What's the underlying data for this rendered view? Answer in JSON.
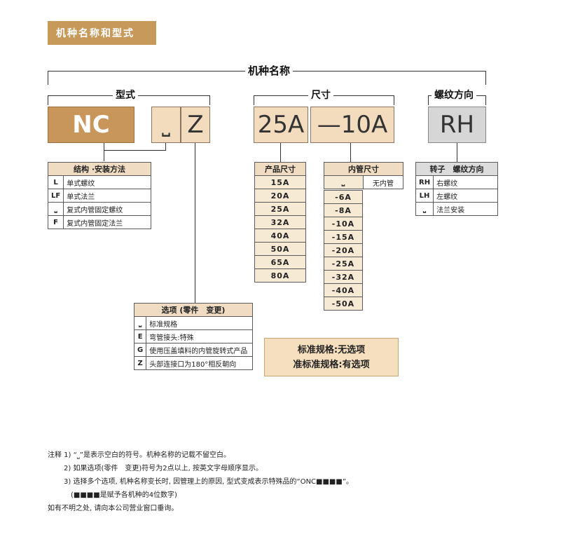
{
  "header": {
    "title": "机种名称和型式"
  },
  "labels": {
    "model_name": "机种名称",
    "type": "型式",
    "size": "尺寸",
    "rotation": "螺纹方向"
  },
  "codes": {
    "nc": "NC",
    "blank": "⎵",
    "z": "Z",
    "size_main": "25A",
    "size_inner": "—10A",
    "rh": "RH"
  },
  "structure_table": {
    "title": "结构 ·安装方法",
    "rows": [
      {
        "key": "L",
        "label": "单式螺纹"
      },
      {
        "key": "LF",
        "label": "单式法兰"
      },
      {
        "key": "⎵",
        "label": "复式内管固定螺纹"
      },
      {
        "key": "F",
        "label": "复式内管固定法兰"
      }
    ]
  },
  "product_size_table": {
    "title": "产品尺寸",
    "rows": [
      "15A",
      "20A",
      "25A",
      "32A",
      "40A",
      "50A",
      "65A",
      "80A"
    ]
  },
  "inner_size_table": {
    "title": "内管尺寸",
    "first_key": "⎵",
    "first_label": "无内管",
    "rows": [
      "-6A",
      "-8A",
      "-10A",
      "-15A",
      "-20A",
      "-25A",
      "-32A",
      "-40A",
      "-50A"
    ]
  },
  "rotation_table": {
    "title": "转子　螺纹方向",
    "rows": [
      {
        "key": "RH",
        "label": "右螺纹"
      },
      {
        "key": "LH",
        "label": "左螺纹"
      },
      {
        "key": "⎵",
        "label": "法兰安装"
      }
    ]
  },
  "options_table": {
    "title": "选项 (零件　变更)",
    "rows": [
      {
        "key": "⎵",
        "label": "标准规格"
      },
      {
        "key": "E",
        "label": "弯管接头:特殊"
      },
      {
        "key": "G",
        "label": "使用压盖填料的内管旋转式产品"
      },
      {
        "key": "Z",
        "label": "头部连接口为180°相反朝向"
      }
    ]
  },
  "standard_note": {
    "line1": "标准规格:无选项",
    "line2": "准标准规格:有选项"
  },
  "footnotes": [
    "注释 1) “⎵”是表示空白的符号。机种名称的记载不留空白。",
    "2) 如果选项(零件　变更)符号为2点以上, 按英文字母顺序显示。",
    "3) 选择多个选项, 机种名称变长时, 因管理上的原因, 型式变成表示特殊品的“ONC■■■■”。",
    "(■■■■是赋予各机种的4位数字)",
    "如有不明之处, 请向本公司营业窗口垂询。"
  ],
  "colors": {
    "accent": "#c79a5c",
    "code_nc": "#c8965a",
    "code_tan": "#f2dcbd",
    "code_gray": "#d6d6d6",
    "table_header": "#efdcc2"
  }
}
